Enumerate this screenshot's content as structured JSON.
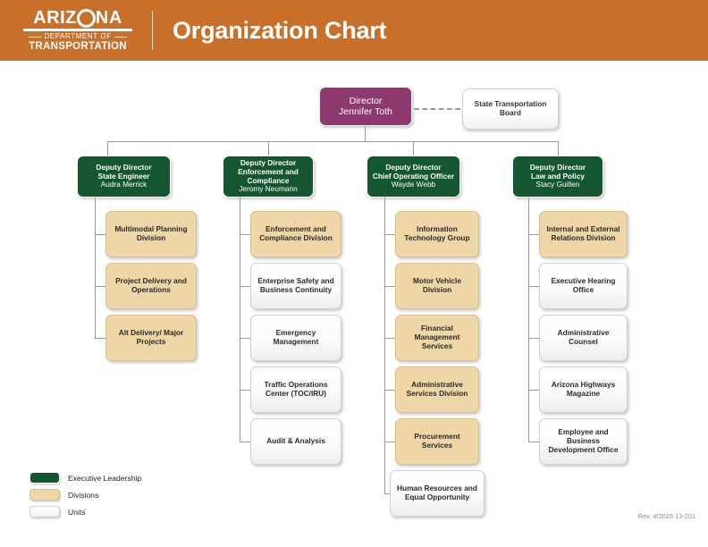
{
  "header": {
    "logo": {
      "line1_a": "ARIZ",
      "line1_b": "NA",
      "line2": "DEPARTMENT OF",
      "line3": "TRANSPORTATION"
    },
    "title": "Organization Chart"
  },
  "chart": {
    "director": {
      "title": "Director",
      "name": "Jennifer Toth"
    },
    "board": {
      "label": "State Transportation Board"
    },
    "columns": [
      {
        "head": {
          "title_line1": "Deputy Director",
          "title_line2": "State Engineer",
          "name": "Audra Merrick"
        },
        "children": [
          {
            "label": "Multimodal Planning Division",
            "type": "division"
          },
          {
            "label": "Project Delivery and Operations",
            "type": "division"
          },
          {
            "label": "Alt Delivery/ Major Projects",
            "type": "division"
          }
        ]
      },
      {
        "head": {
          "title_line1": "Deputy Director",
          "title_line2": "Enforcement and Compliance",
          "name": "Jeromy Neumann"
        },
        "children": [
          {
            "label": "Enforcement and Compliance Division",
            "type": "division"
          },
          {
            "label": "Enterprise Safety and Business Continuity",
            "type": "unit"
          },
          {
            "label": "Emergency Management",
            "type": "unit"
          },
          {
            "label": "Traffic Operations Center (TOC/IRU)",
            "type": "unit"
          },
          {
            "label": "Audit & Analysis",
            "type": "unit"
          }
        ]
      },
      {
        "head": {
          "title_line1": "Deputy Director",
          "title_line2": "Chief Operating Officer",
          "name": "Wayde Webb"
        },
        "children": [
          {
            "label": "Information Technology Group",
            "type": "division"
          },
          {
            "label": "Motor Vehicle Division",
            "type": "division"
          },
          {
            "label": "Financial Management Services",
            "type": "division"
          },
          {
            "label": "Administrative Services Division",
            "type": "division"
          },
          {
            "label": "Procurement Services",
            "type": "division"
          },
          {
            "label": "Human Resources and Equal Opportunity",
            "type": "unit"
          }
        ]
      },
      {
        "head": {
          "title_line1": "Deputy Director",
          "title_line2": "Law and Policy",
          "name": "Stacy Guillen"
        },
        "children": [
          {
            "label": "Internal and External Relations Division",
            "type": "division"
          },
          {
            "label": "Executive Hearing Office",
            "type": "unit"
          },
          {
            "label": "Administrative Counsel",
            "type": "unit"
          },
          {
            "label": "Arizona Highways Magazine",
            "type": "unit"
          },
          {
            "label": "Employee and Business Development Office",
            "type": "unit"
          }
        ]
      }
    ]
  },
  "legend": {
    "items": [
      {
        "label": "Executive Leadership",
        "color": "#13562f"
      },
      {
        "label": "Divisions",
        "color": "#eed6a7"
      },
      {
        "label": "Units",
        "color": "#ffffff"
      }
    ]
  },
  "footer": {
    "revision": "Rev. 4/2026 13-201"
  },
  "colors": {
    "header_orange": "#c8702a",
    "director_purple": "#8c3a6e",
    "executive_green": "#13562f",
    "division_tan": "#eed6a7",
    "unit_white": "#ffffff",
    "connector_gray": "#9a9a9a"
  }
}
